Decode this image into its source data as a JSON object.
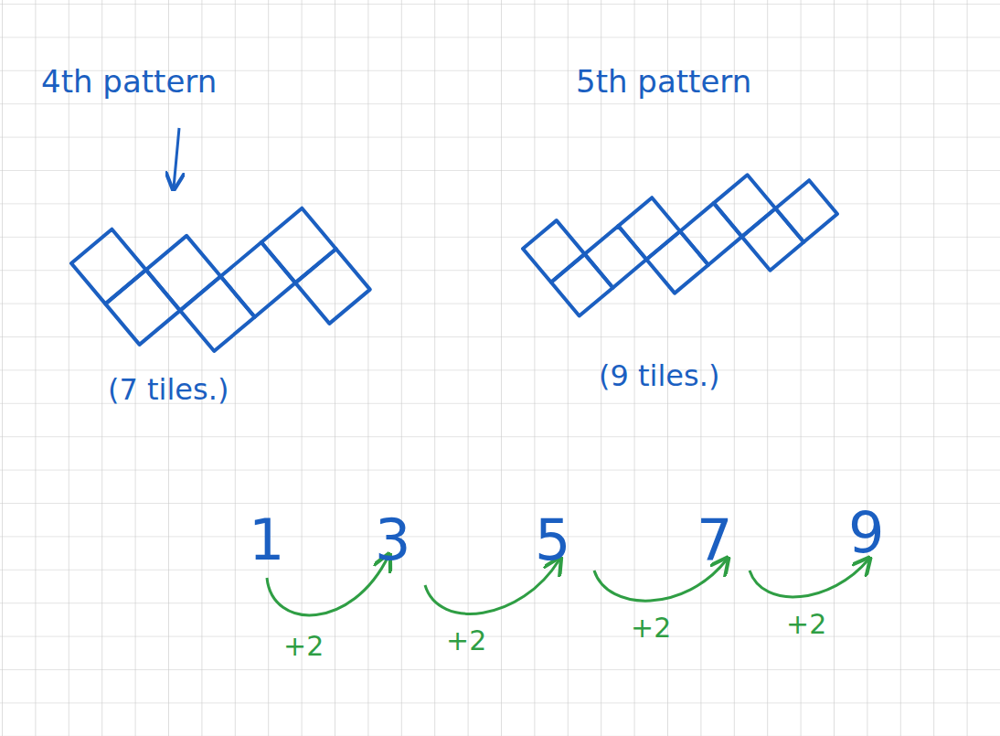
{
  "diagram": {
    "labels": [
      "4th pattern",
      "5th pattern",
      "(7 tiles.)",
      "(9 tiles.)",
      "1",
      "3",
      "5",
      "7",
      "9",
      "+2",
      "+2",
      "+2",
      "+2"
    ]
  }
}
